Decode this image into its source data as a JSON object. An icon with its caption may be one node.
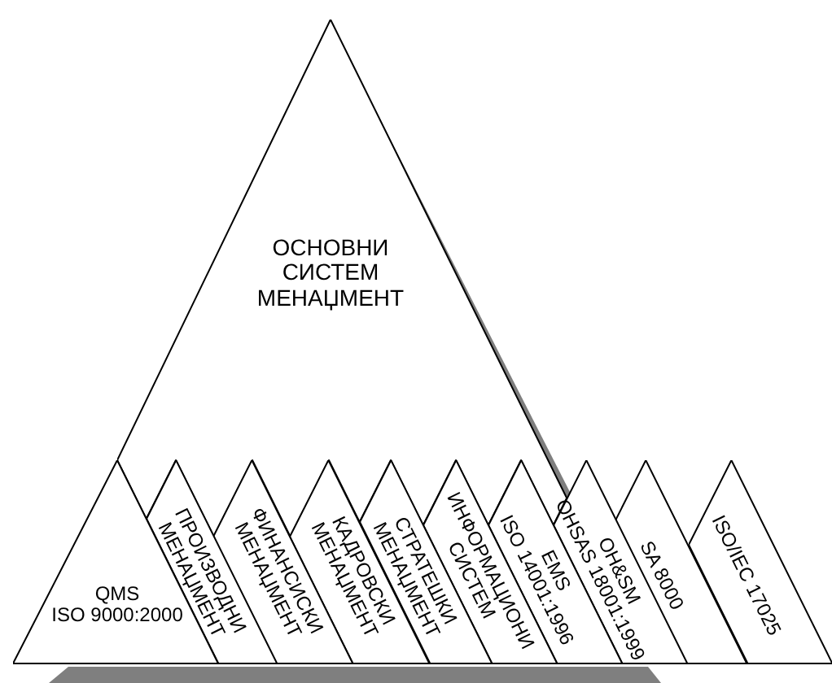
{
  "diagram": {
    "nodes": [
      {
        "text": [
          "ОСНОВНИ СИСТЕМ МЕНАЏМЕНТ"
        ]
      },
      {
        "text": [
          "QMS ISO 9000:2000"
        ]
      },
      {
        "text": [
          "ПРОИЗВОДНИ МЕНАЏМЕНТ"
        ]
      },
      {
        "text": [
          "ФИНАНСИСКИ МЕНАЏМЕНТ"
        ]
      },
      {
        "text": [
          "КАДРОВСКИ МЕНАЏМЕНТ"
        ]
      },
      {
        "text": [
          "СТРАТЕШКИ МЕНАЏМЕНТ"
        ]
      },
      {
        "text": [
          "ИНФОРМАЦИОНИ СИСТЕМ"
        ]
      },
      {
        "text": [
          "EMS ISO 14001:1996"
        ]
      },
      {
        "text": [
          "OH&SM OHSAS 18001:1999"
        ]
      },
      {
        "text": [
          "SA 8000"
        ]
      },
      {
        "text": [
          "ISO/IEC 17025"
        ]
      }
    ]
  }
}
